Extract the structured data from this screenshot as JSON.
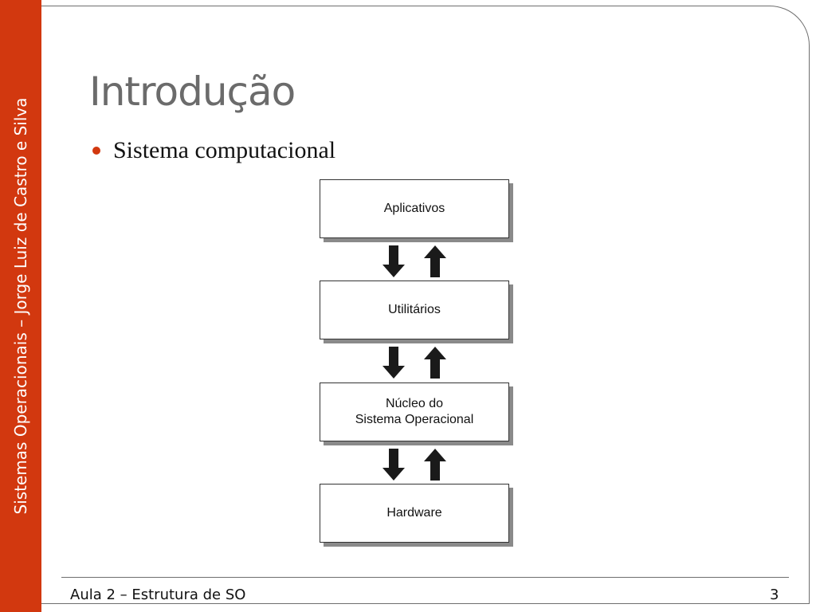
{
  "sidebar": {
    "text": "Sistemas Operacionais – Jorge Luiz de Castro e Silva",
    "color": "#d2380f"
  },
  "slide": {
    "title": "Introdução",
    "bullet": "Sistema computacional"
  },
  "diagram": {
    "layers": [
      {
        "lines": [
          "Aplicativos"
        ]
      },
      {
        "lines": [
          "Utilitários"
        ]
      },
      {
        "lines": [
          "Núcleo do",
          "Sistema Operacional"
        ]
      },
      {
        "lines": [
          "Hardware"
        ]
      }
    ],
    "connector": "bidirectional-arrows"
  },
  "footer": {
    "text": "Aula 2 – Estrutura de SO",
    "page": "3"
  }
}
